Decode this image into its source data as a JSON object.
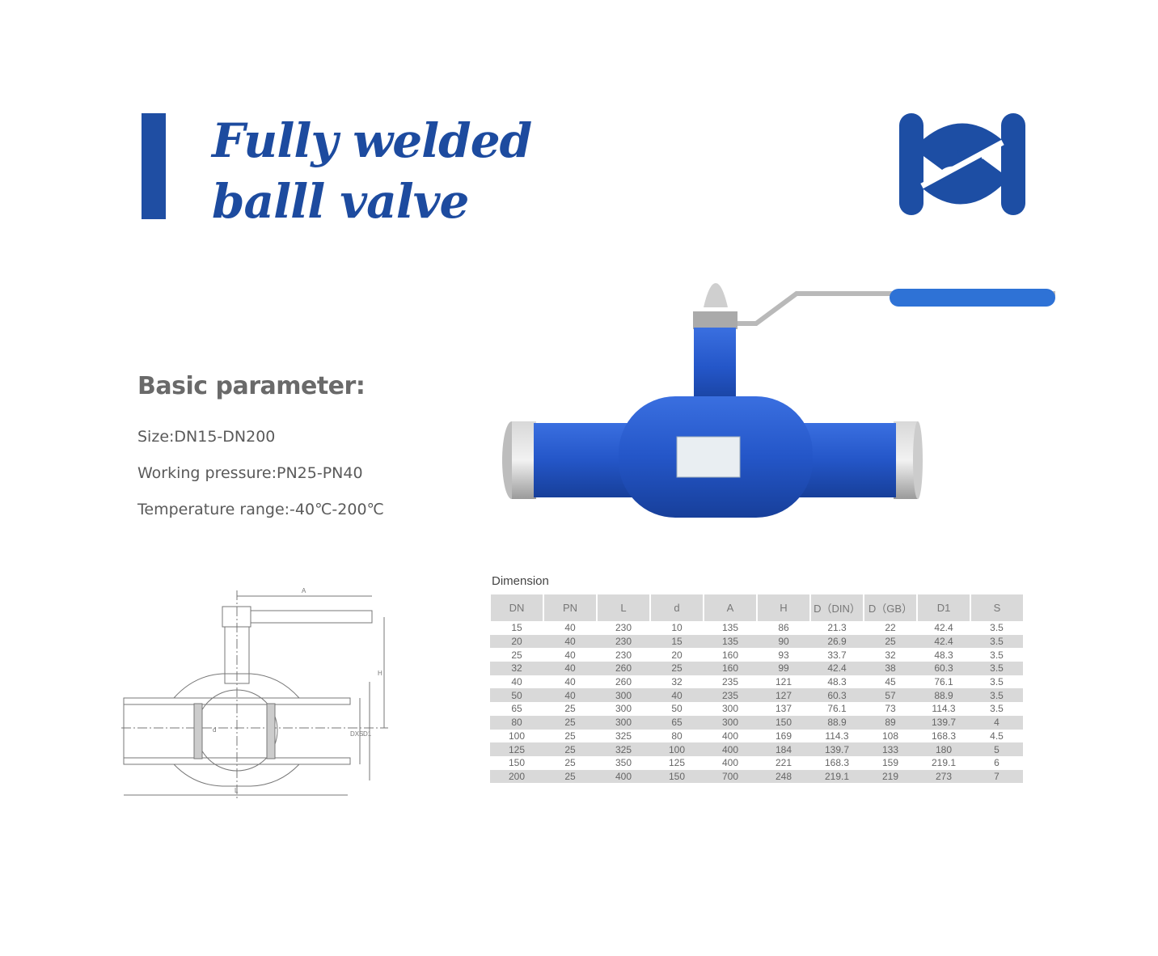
{
  "header": {
    "title_line1": "Fully welded",
    "title_line2": "balll valve",
    "accent_color": "#1f4ea3"
  },
  "logo": {
    "icon": "valve-logo-icon"
  },
  "parameters": {
    "heading": "Basic parameter:",
    "items": [
      "Size:DN15-DN200",
      "Working pressure:PN25-PN40",
      "Temperature range:-40℃-200℃"
    ]
  },
  "drawing": {
    "labels": {
      "a": "A",
      "h": "H",
      "d": "d",
      "dxs": "DXS",
      "d1": "D1",
      "l": "L"
    }
  },
  "dimension": {
    "label": "Dimension",
    "columns": [
      "DN",
      "PN",
      "L",
      "d",
      "A",
      "H",
      "D（DIN）",
      "D（GB）",
      "D1",
      "S"
    ],
    "rows": [
      [
        "15",
        "40",
        "230",
        "10",
        "135",
        "86",
        "21.3",
        "22",
        "42.4",
        "3.5"
      ],
      [
        "20",
        "40",
        "230",
        "15",
        "135",
        "90",
        "26.9",
        "25",
        "42.4",
        "3.5"
      ],
      [
        "25",
        "40",
        "230",
        "20",
        "160",
        "93",
        "33.7",
        "32",
        "48.3",
        "3.5"
      ],
      [
        "32",
        "40",
        "260",
        "25",
        "160",
        "99",
        "42.4",
        "38",
        "60.3",
        "3.5"
      ],
      [
        "40",
        "40",
        "260",
        "32",
        "235",
        "121",
        "48.3",
        "45",
        "76.1",
        "3.5"
      ],
      [
        "50",
        "40",
        "300",
        "40",
        "235",
        "127",
        "60.3",
        "57",
        "88.9",
        "3.5"
      ],
      [
        "65",
        "25",
        "300",
        "50",
        "300",
        "137",
        "76.1",
        "73",
        "114.3",
        "3.5"
      ],
      [
        "80",
        "25",
        "300",
        "65",
        "300",
        "150",
        "88.9",
        "89",
        "139.7",
        "4"
      ],
      [
        "100",
        "25",
        "325",
        "80",
        "400",
        "169",
        "114.3",
        "108",
        "168.3",
        "4.5"
      ],
      [
        "125",
        "25",
        "325",
        "100",
        "400",
        "184",
        "139.7",
        "133",
        "180",
        "5"
      ],
      [
        "150",
        "25",
        "350",
        "125",
        "400",
        "221",
        "168.3",
        "159",
        "219.1",
        "6"
      ],
      [
        "200",
        "25",
        "400",
        "150",
        "700",
        "248",
        "219.1",
        "219",
        "273",
        "7"
      ]
    ]
  }
}
